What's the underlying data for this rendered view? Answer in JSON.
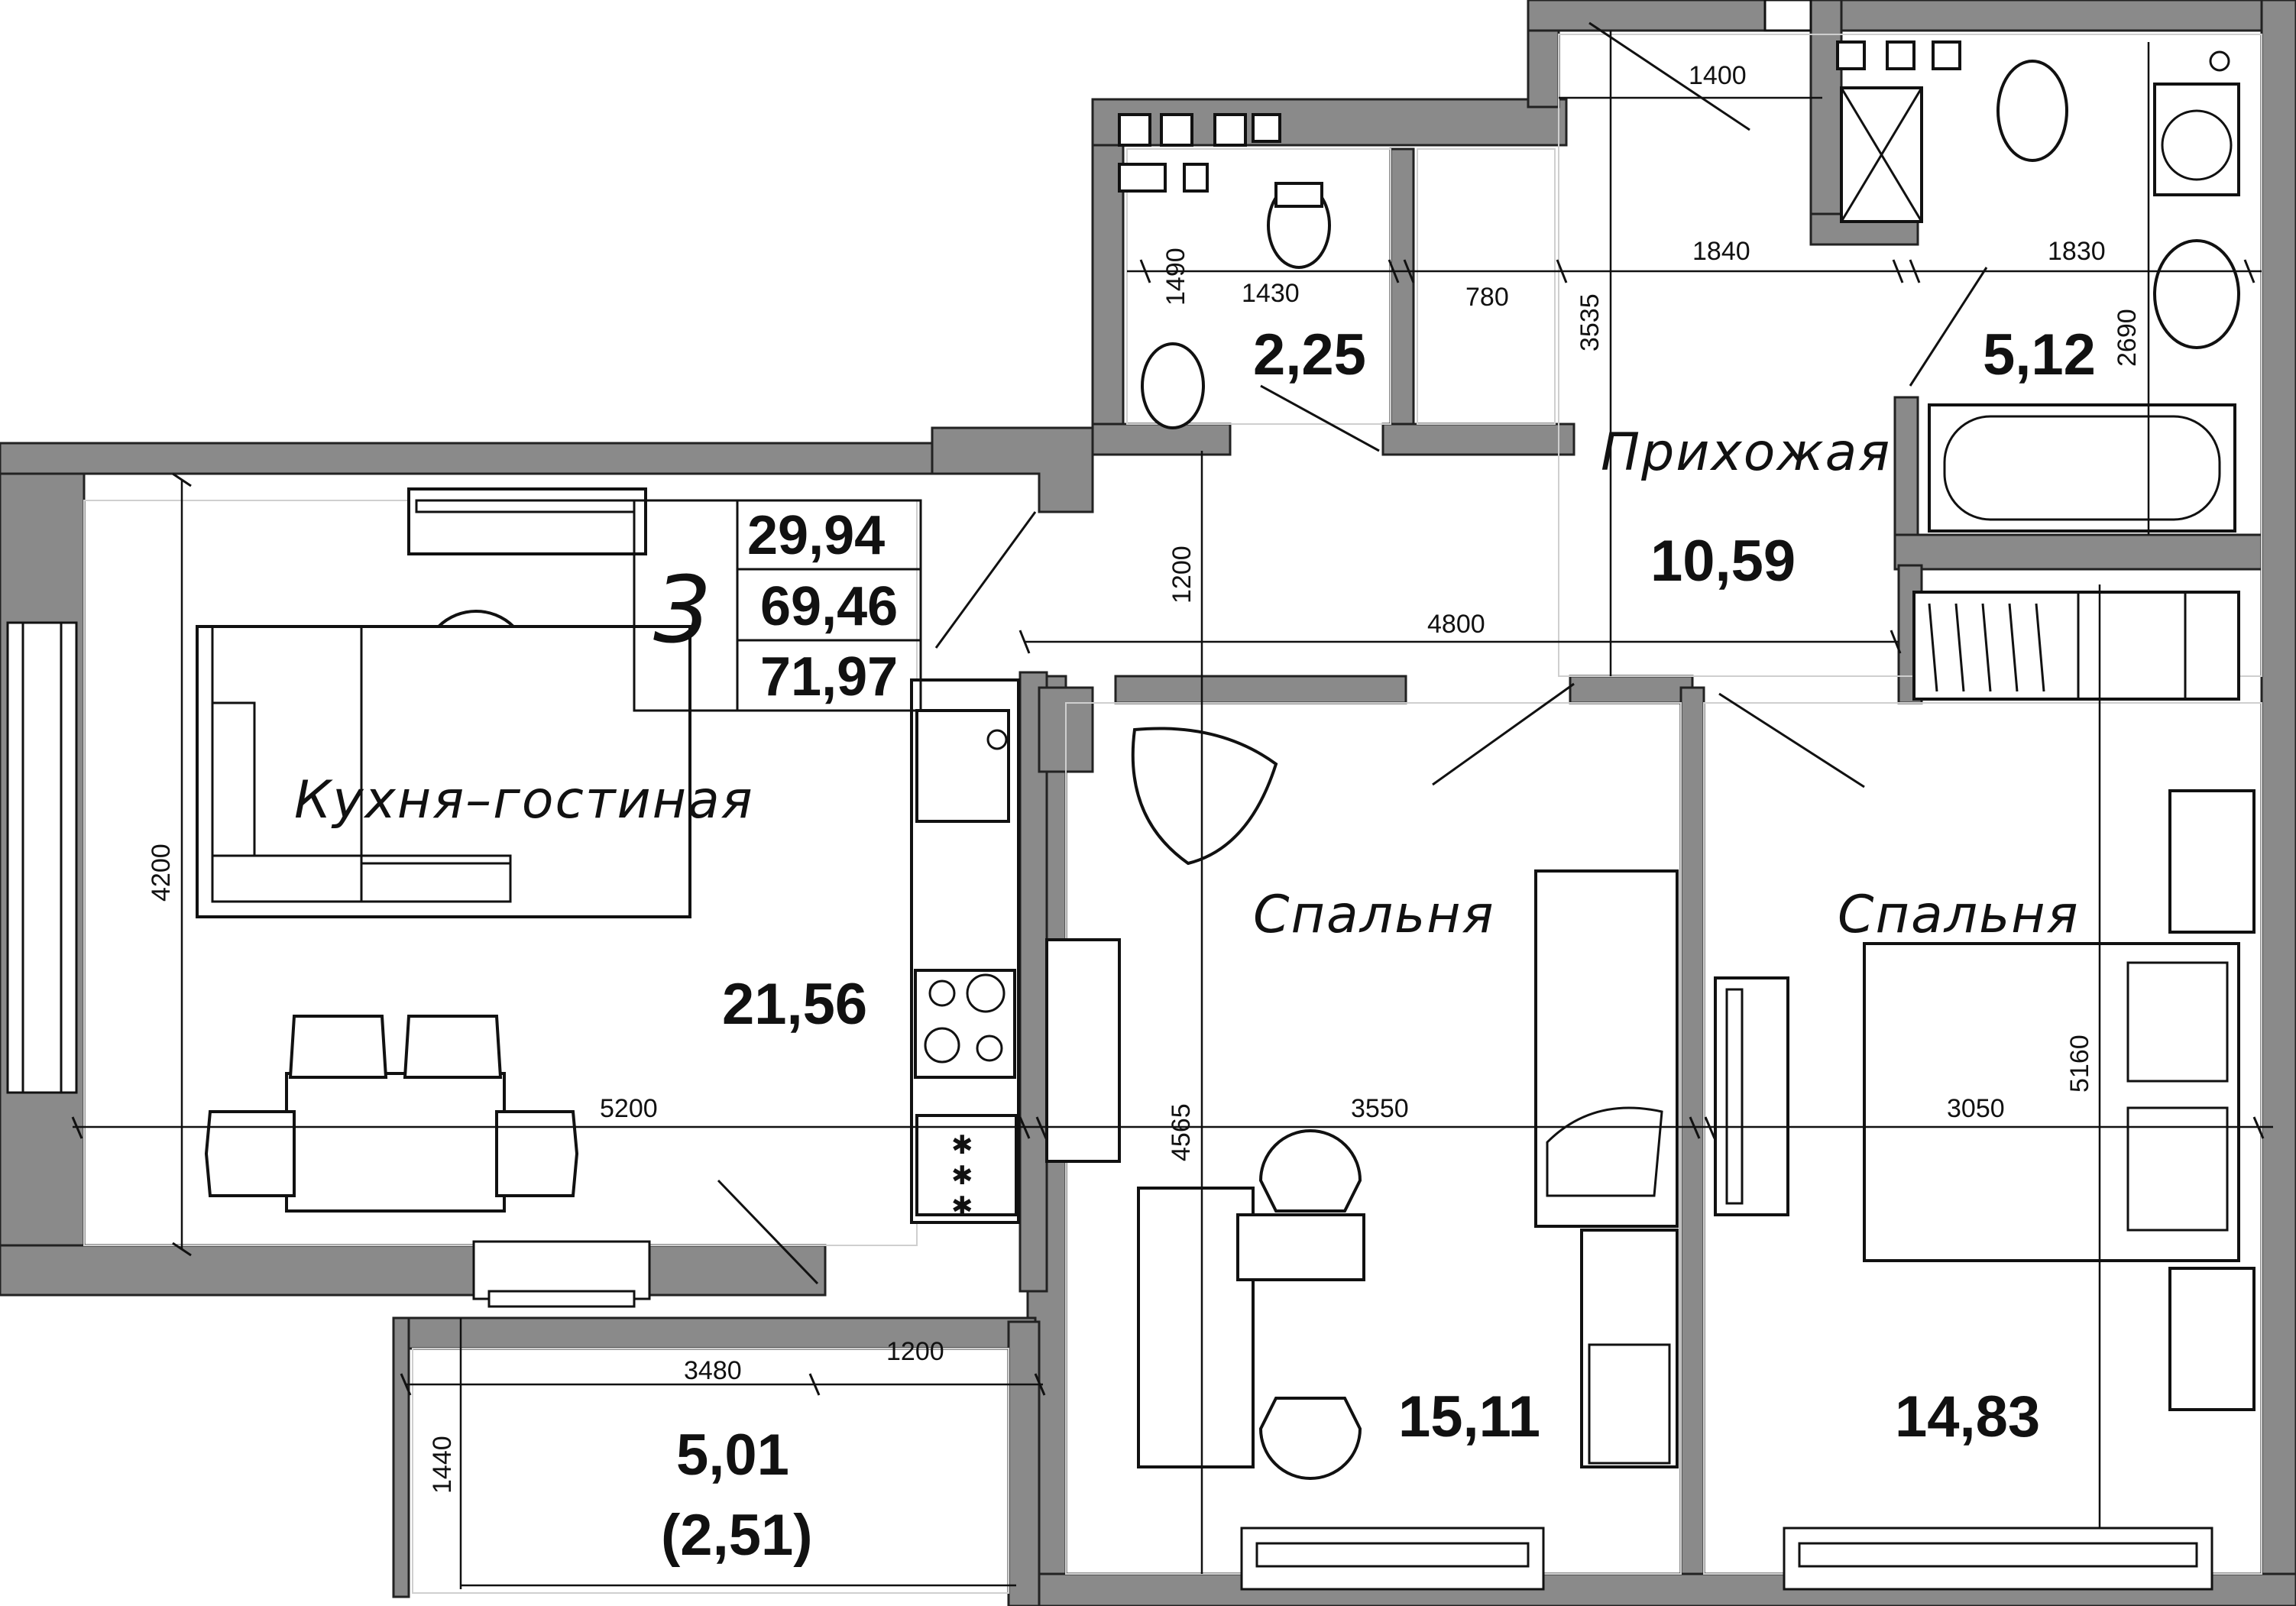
{
  "rooms": {
    "kitchen": {
      "name": "Кухня–гостиная",
      "area": "21,56"
    },
    "hall": {
      "name": "Прихожая",
      "area": "10,59"
    },
    "bedroom1": {
      "name": "Спальня",
      "area": "15,11"
    },
    "bedroom2": {
      "name": "Спальня",
      "area": "14,83"
    },
    "wc": {
      "area": "2,25"
    },
    "bathroom": {
      "area": "5,12"
    },
    "balcony": {
      "area": "5,01",
      "area_reduced": "(2,51)"
    }
  },
  "summary": {
    "room_count": "3",
    "living_area": "29,94",
    "total_area": "69,46",
    "total_with_balcony": "71,97"
  },
  "dimensions": {
    "d1400": "1400",
    "d1840": "1840",
    "d1830": "1830",
    "d1490": "1490",
    "d1430": "1430",
    "d780": "780",
    "d3535": "3535",
    "d2690": "2690",
    "d1200v": "1200",
    "d4800": "4800",
    "d4200": "4200",
    "d5200": "5200",
    "d3550": "3550",
    "d3050": "3050",
    "d4565": "4565",
    "d5160": "5160",
    "d3480": "3480",
    "d1200h": "1200",
    "d1440": "1440"
  },
  "icons": [
    "stove-burner-icon",
    "toilet-icon",
    "sink-icon",
    "bathtub-icon",
    "shower-icon",
    "armchair-icon",
    "table-icon",
    "chair-icon",
    "bed-icon",
    "sofa-icon",
    "wardrobe-icon",
    "window-icon",
    "door-swing-icon"
  ],
  "colors": {
    "wall": "#8a8a8a",
    "line": "#111111",
    "background": "#ffffff"
  }
}
